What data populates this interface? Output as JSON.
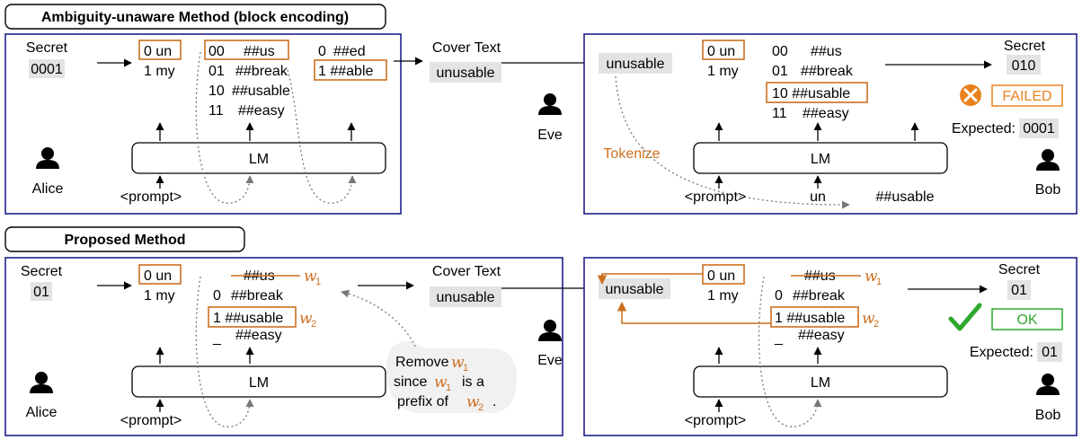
{
  "top": {
    "title": "Ambiguity-unaware Method (block encoding)",
    "alice": {
      "secret_label": "Secret",
      "secret_value": "0001",
      "col1": [
        "0 un",
        "1 my"
      ],
      "col2": [
        "00",
        "##us",
        "01",
        "##break",
        "10",
        "##usable",
        "11",
        "##easy"
      ],
      "col3": [
        "0",
        "##ed",
        "1 ##able"
      ],
      "cover_label": "Cover Text",
      "cover_value": "unusable",
      "lm": "LM",
      "prompt": "<prompt>",
      "person": "Alice"
    },
    "eve": "Eve",
    "bob": {
      "input": "unusable",
      "tokenize": "Tokenize",
      "col1": [
        "0 un",
        "1 my"
      ],
      "col2": [
        "00",
        "##us",
        "01",
        "##break",
        "10 ##usable",
        "11",
        "##easy"
      ],
      "lm": "LM",
      "prompt": "<prompt>",
      "tok_un": "un",
      "tok_usable": "##usable",
      "secret_label": "Secret",
      "secret_value": "010",
      "status": "FAILED",
      "expected_label": "Expected:",
      "expected_value": "0001",
      "person": "Bob"
    }
  },
  "bottom": {
    "title": "Proposed Method",
    "alice": {
      "secret_label": "Secret",
      "secret_value": "01",
      "col1": [
        "0 un",
        "1 my"
      ],
      "col2": [
        "##us",
        "0",
        "##break",
        "1 ##usable",
        "_",
        "##easy"
      ],
      "w": "w",
      "sub1": "1",
      "sub2": "2",
      "cover_label": "Cover Text",
      "cover_value": "unusable",
      "lm": "LM",
      "prompt": "<prompt>",
      "person": "Alice",
      "note": [
        "Remove",
        "since",
        "is a",
        "prefix of",
        "."
      ]
    },
    "eve": "Eve",
    "bob": {
      "input": "unusable",
      "col1": [
        "0 un",
        "1 my"
      ],
      "col2": [
        "##us",
        "0",
        "##break",
        "1 ##usable",
        "_",
        "##easy"
      ],
      "lm": "LM",
      "prompt": "<prompt>",
      "secret_label": "Secret",
      "secret_value": "01",
      "status": "OK",
      "expected_label": "Expected:",
      "expected_value": "01",
      "person": "Bob"
    }
  },
  "colors": {
    "panel_border": "#1F1F8A",
    "highlight": "#CC6F1F",
    "gray_box": "#E3E3E3",
    "fail": "#E8821E",
    "ok": "#2EA82E"
  }
}
